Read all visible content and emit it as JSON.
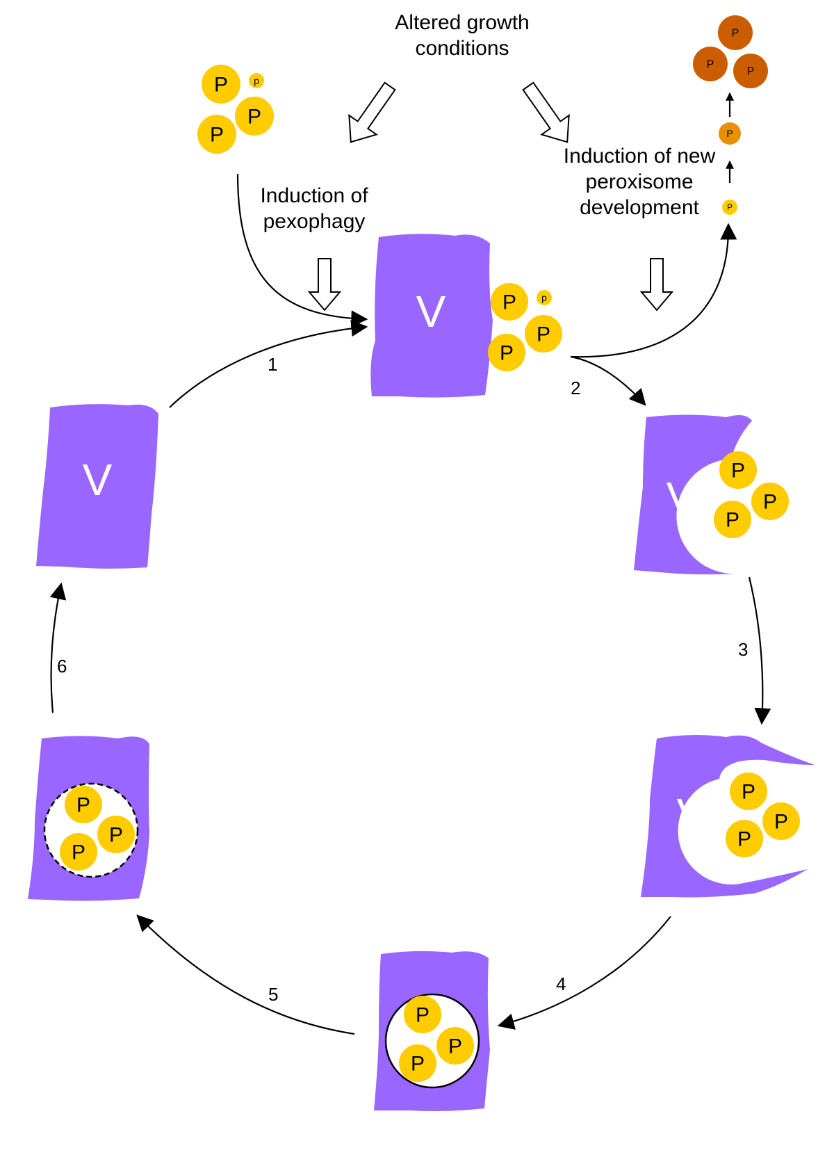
{
  "labels": {
    "altered_growth": [
      "Altered growth",
      "conditions"
    ],
    "induction_pexophagy": [
      "Induction of",
      "pexophagy"
    ],
    "induction_new_peroxisome": [
      "Induction of new",
      "peroxisome",
      "development"
    ]
  },
  "vacuole_letter": "V",
  "peroxisome_letter": "P",
  "peroxisome_letter_small": "p",
  "steps": [
    "1",
    "2",
    "3",
    "4",
    "5",
    "6"
  ],
  "colors": {
    "vacuole": "#9966ff",
    "peroxisome": "#ffcc00",
    "peroxisome_mature": "#cc5c00",
    "peroxisome_transition": "#e89000"
  }
}
